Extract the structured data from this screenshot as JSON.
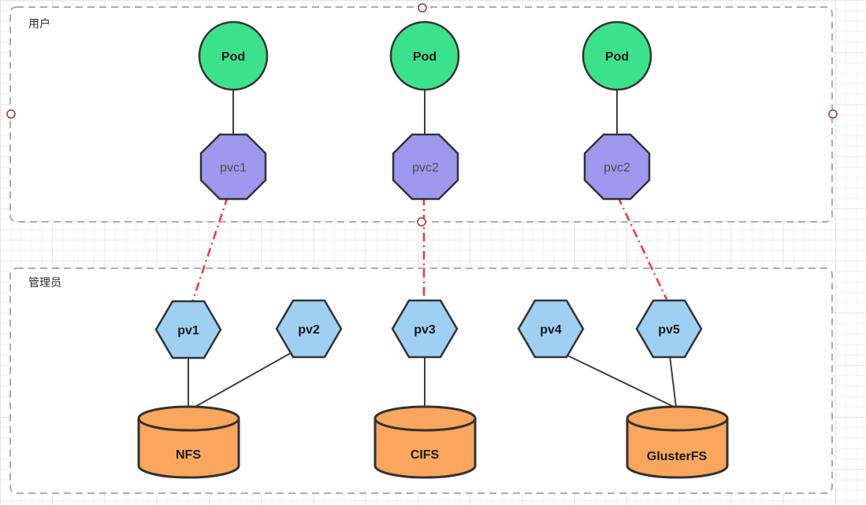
{
  "groups": {
    "user": {
      "label": "用户"
    },
    "admin": {
      "label": "管理员"
    }
  },
  "nodes": {
    "pods": [
      {
        "label": "Pod"
      },
      {
        "label": "Pod"
      },
      {
        "label": "Pod"
      }
    ],
    "pvcs": [
      {
        "label": "pvc1"
      },
      {
        "label": "pvc2"
      },
      {
        "label": "pvc2"
      }
    ],
    "pvs": [
      {
        "label": "pv1"
      },
      {
        "label": "pv2"
      },
      {
        "label": "pv3"
      },
      {
        "label": "pv4"
      },
      {
        "label": "pv5"
      }
    ],
    "storage": [
      {
        "label": "NFS"
      },
      {
        "label": "CIFS"
      },
      {
        "label": "GlusterFS"
      }
    ]
  },
  "connections": {
    "solid_black": [
      "Pod-1 - pvc1",
      "Pod-2 - pvc2",
      "Pod-3 - pvc2",
      "pv1 - NFS",
      "pv2 - NFS",
      "pv3 - CIFS",
      "pv4 - GlusterFS",
      "pv5 - GlusterFS"
    ],
    "dashdot_red": [
      "pvc1 - pv1",
      "pvc2 - pv3",
      "pvc2 - pv5"
    ]
  },
  "colors": {
    "pod_fill": "#3BE28B",
    "pvc_fill": "#9C99EE",
    "pv_fill": "#9FCFF2",
    "storage_fill": "#FAA65C",
    "shape_stroke": "#333333",
    "edge_stroke": "#404040",
    "red_edge_stroke": "#FF3333",
    "container_stroke": "#ADADAD",
    "connection_point_stroke": "#9E3A32"
  }
}
